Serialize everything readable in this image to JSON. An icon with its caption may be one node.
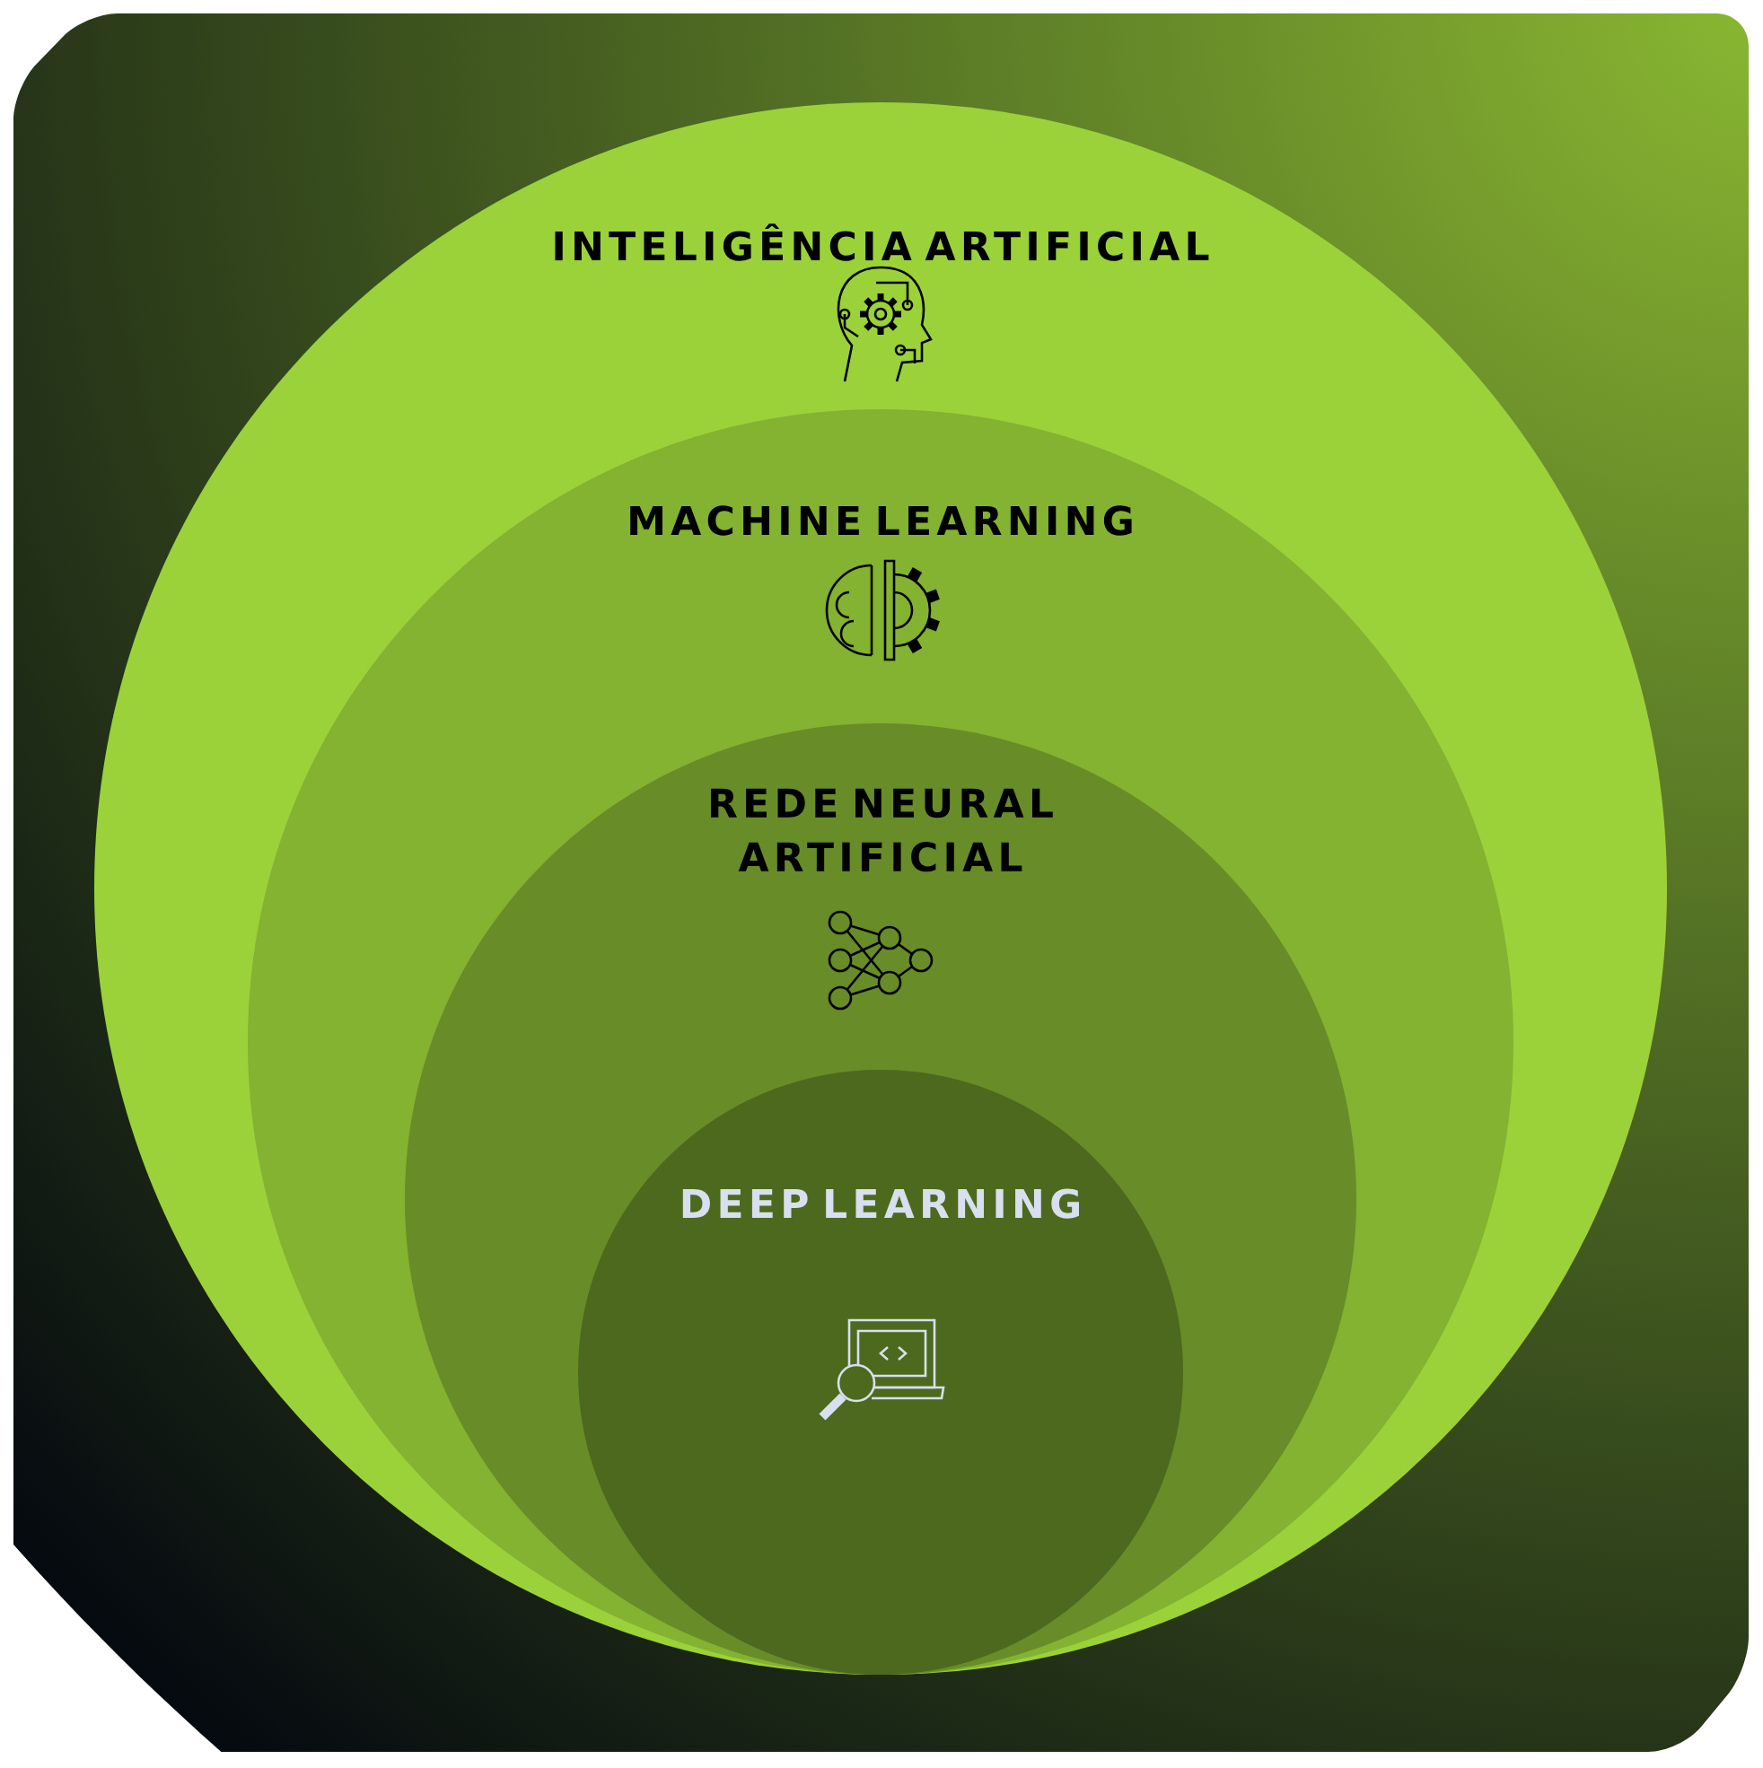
{
  "diagram": {
    "nodes": [
      {
        "text": [
          "INTELIGÊNCIA ARTIFICIAL"
        ]
      },
      {
        "text": [
          "MACHINE LEARNING"
        ],
        "in": 0
      },
      {
        "text": [
          "REDE NEURAL ARTIFICIAL"
        ],
        "in": 1
      },
      {
        "text": [
          "DEEP LEARNING"
        ],
        "in": 2
      }
    ]
  }
}
